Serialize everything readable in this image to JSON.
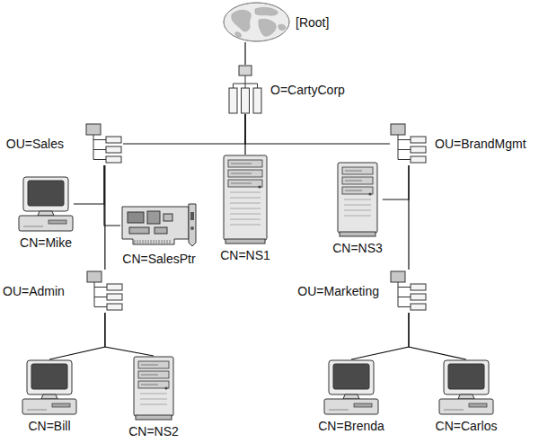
{
  "diagram": {
    "nodes": [
      {
        "text": [
          "[Root]"
        ]
      },
      {
        "text": [
          "O=CartyCorp"
        ]
      },
      {
        "text": [
          "OU=Sales"
        ]
      },
      {
        "text": [
          "OU=BrandMgmt"
        ]
      },
      {
        "text": [
          "CN=NS1"
        ]
      },
      {
        "text": [
          "CN=NS3"
        ]
      },
      {
        "text": [
          "CN=Mike"
        ]
      },
      {
        "text": [
          "CN=SalesPtr"
        ]
      },
      {
        "text": [
          "OU=Admin"
        ]
      },
      {
        "text": [
          "OU=Marketing"
        ]
      },
      {
        "text": [
          "CN=Bill"
        ]
      },
      {
        "text": [
          "CN=NS2"
        ]
      },
      {
        "text": [
          "CN=Brenda"
        ]
      },
      {
        "text": [
          "CN=Carlos"
        ]
      }
    ],
    "edges": [
      {
        "from": 0,
        "to": 1,
        "arrow": "none"
      },
      {
        "from": 1,
        "to": 2,
        "arrow": "none"
      },
      {
        "from": 1,
        "to": 3,
        "arrow": "none"
      },
      {
        "from": 1,
        "to": 4,
        "arrow": "none"
      },
      {
        "from": 2,
        "to": 6,
        "arrow": "none"
      },
      {
        "from": 2,
        "to": 7,
        "arrow": "none"
      },
      {
        "from": 2,
        "to": 8,
        "arrow": "none"
      },
      {
        "from": 3,
        "to": 5,
        "arrow": "none"
      },
      {
        "from": 3,
        "to": 9,
        "arrow": "none"
      },
      {
        "from": 8,
        "to": 10,
        "arrow": "none"
      },
      {
        "from": 8,
        "to": 11,
        "arrow": "none"
      },
      {
        "from": 9,
        "to": 12,
        "arrow": "none"
      },
      {
        "from": 9,
        "to": 13,
        "arrow": "none"
      }
    ]
  }
}
